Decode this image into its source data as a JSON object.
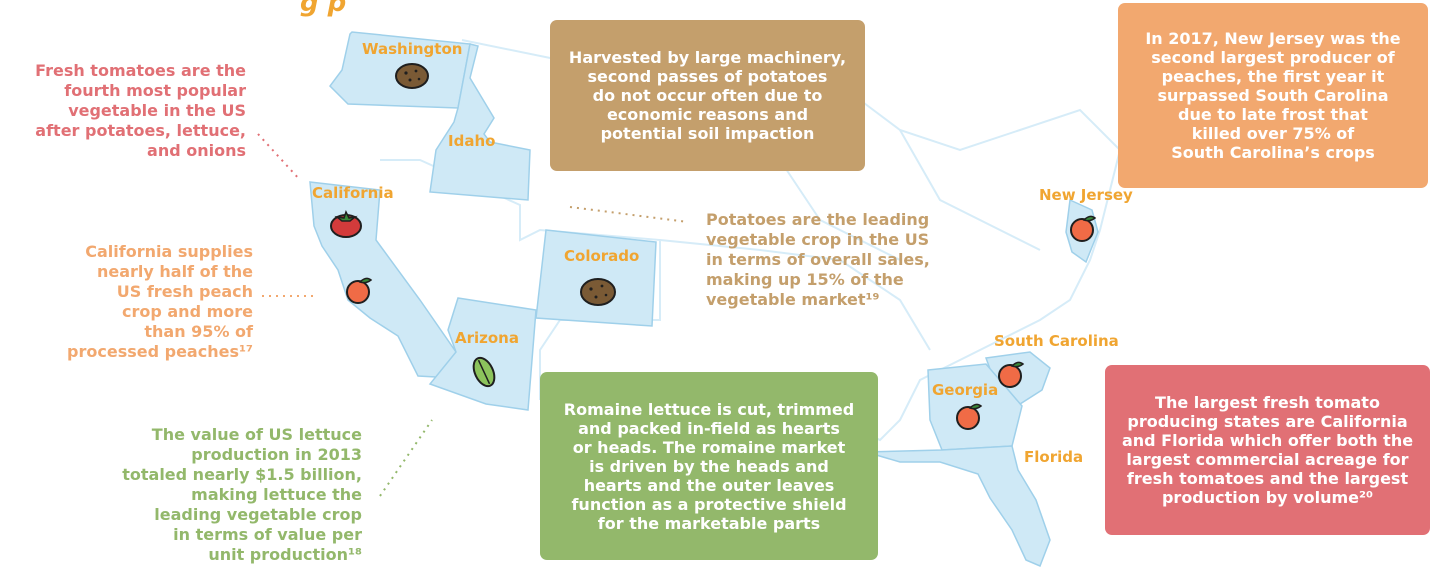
{
  "colors": {
    "state_fill": "#cfe9f6",
    "state_stroke": "#9fd0ea",
    "label": "#f0a531",
    "red": "#e17075",
    "orange": "#f2a86f",
    "green": "#93b86b",
    "brown": "#c49f6c"
  },
  "header": {
    "fragment": "g p"
  },
  "states": {
    "washington": "Washington",
    "idaho": "Idaho",
    "california": "California",
    "colorado": "Colorado",
    "arizona": "Arizona",
    "new_jersey": "New Jersey",
    "south_carolina": "South Carolina",
    "georgia": "Georgia",
    "florida": "Florida"
  },
  "icons": {
    "washington": "potato-icon",
    "california_1": "tomato-icon",
    "california_2": "peach-icon",
    "colorado": "potato-icon",
    "arizona": "lettuce-icon",
    "new_jersey": "peach-icon",
    "south_carolina": "peach-icon",
    "georgia": "peach-icon"
  },
  "annotations": {
    "tomato_popularity": "Fresh tomatoes are the\nfourth most popular\nvegetable in the US\nafter potatoes, lettuce,\nand onions",
    "california_peach": "California supplies\nnearly half of the\nUS fresh peach\ncrop and more\nthan 95% of\nprocessed peaches¹⁷",
    "lettuce_value": "The value of US lettuce\nproduction in 2013\ntotaled nearly $1.5 billion,\nmaking lettuce the\nleading vegetable crop\nin terms of value per\nunit production¹⁸",
    "potato_sales": "Potatoes are the leading\nvegetable crop in the US\nin terms of overall sales,\nmaking up 15% of the\nvegetable market¹⁹"
  },
  "boxes": {
    "potato_harvest": "Harvested by large machinery,\nsecond passes of potatoes\ndo not occur often due to\neconomic reasons and\npotential soil impaction",
    "new_jersey_peach": "In 2017, New Jersey was the\nsecond largest producer of\npeaches, the first year it\nsurpassed South Carolina\ndue to late frost that\nkilled over 75% of\nSouth Carolina’s crops",
    "romaine": "Romaine lettuce is cut, trimmed\nand packed in-field as hearts\nor heads. The romaine market\nis driven by the heads and\nhearts and the outer leaves\nfunction as a protective shield\nfor the marketable parts",
    "tomato_states": "The largest fresh tomato\nproducing states are California\nand Florida which offer both the\nlargest commercial acreage for\nfresh tomatoes and the largest\nproduction by volume²⁰"
  }
}
